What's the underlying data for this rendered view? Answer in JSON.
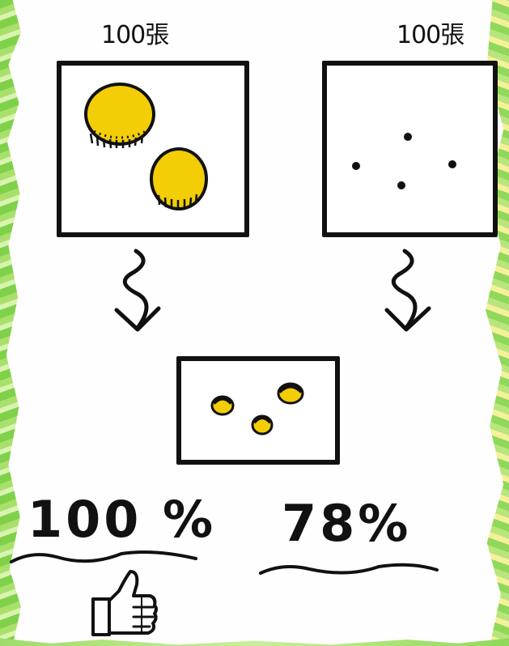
{
  "panels": [
    {
      "count_label": "100張"
    },
    {
      "count_label": "100張"
    }
  ],
  "results": {
    "left_percent": "100 %",
    "right_percent": "78%"
  },
  "colors": {
    "ink": "#111111",
    "yellow": "#f3cd05",
    "green_edge": "#7fd14a"
  },
  "icons": {
    "approval": "thumbs-up-icon"
  }
}
